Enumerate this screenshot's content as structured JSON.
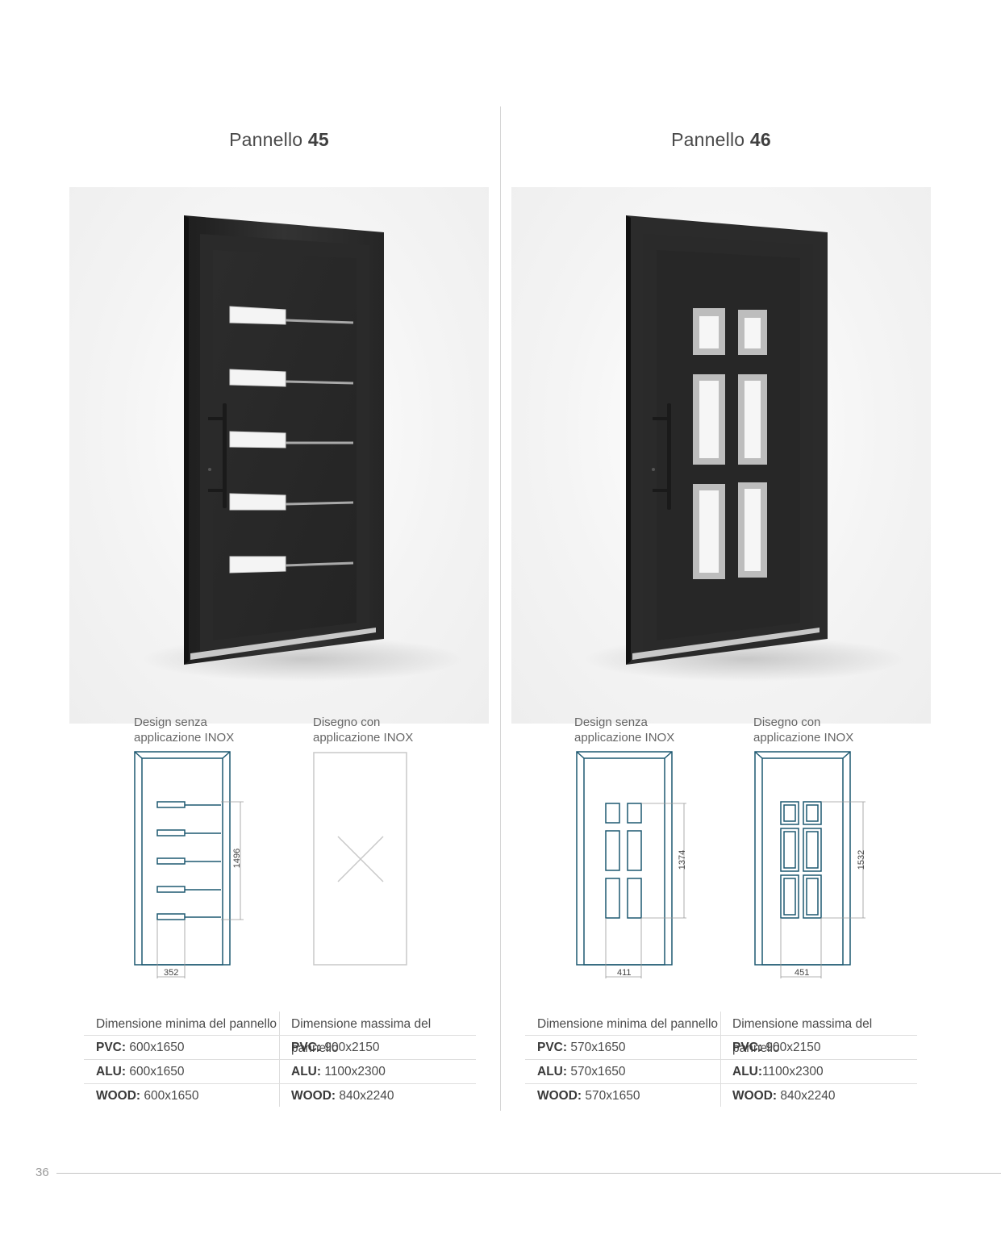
{
  "panels": [
    {
      "title_prefix": "Pannello",
      "title_number": "45",
      "caption_left": [
        "Design senza",
        "applicazione INOX"
      ],
      "caption_right": [
        "Disegno con",
        "applicazione INOX"
      ],
      "height_dim": "1496",
      "width_dim": "352",
      "table": {
        "header_min": "Dimensione minima del pannello",
        "header_max": "Dimensione massima del pannello",
        "rows": [
          {
            "material": "PVC:",
            "min": "600x1650",
            "max_material": "PVC:",
            "max": "900x2150"
          },
          {
            "material": "ALU:",
            "min": "600x1650",
            "max_material": "ALU:",
            "max": "1100x2300"
          },
          {
            "material": "WOOD:",
            "min": "600x1650",
            "max_material": "WOOD:",
            "max": "840x2240"
          }
        ]
      }
    },
    {
      "title_prefix": "Pannello",
      "title_number": "46",
      "caption_left": [
        "Design senza",
        "applicazione INOX"
      ],
      "caption_right": [
        "Disegno con",
        "applicazione INOX"
      ],
      "height_dim": "1374",
      "height_dim_inox": "1532",
      "width_dim": "411",
      "width_dim_inox": "451",
      "table": {
        "header_min": "Dimensione minima del pannello",
        "header_max": "Dimensione massima del pannello",
        "rows": [
          {
            "material": "PVC:",
            "min": "570x1650",
            "max_material": "PVC:",
            "max": "900x2150"
          },
          {
            "material": "ALU:",
            "min": "570x1650",
            "max_material": "ALU:",
            "max": "1100x2300"
          },
          {
            "material": "WOOD:",
            "min": "570x1650",
            "max_material": "WOOD:",
            "max": "840x2240"
          }
        ]
      }
    }
  ],
  "page_number": "36",
  "colors": {
    "drawing_line": "#1d5870",
    "door_dark": "#2b2b2b",
    "glass": "#f8f8f8",
    "inox": "#b9b9b9"
  }
}
